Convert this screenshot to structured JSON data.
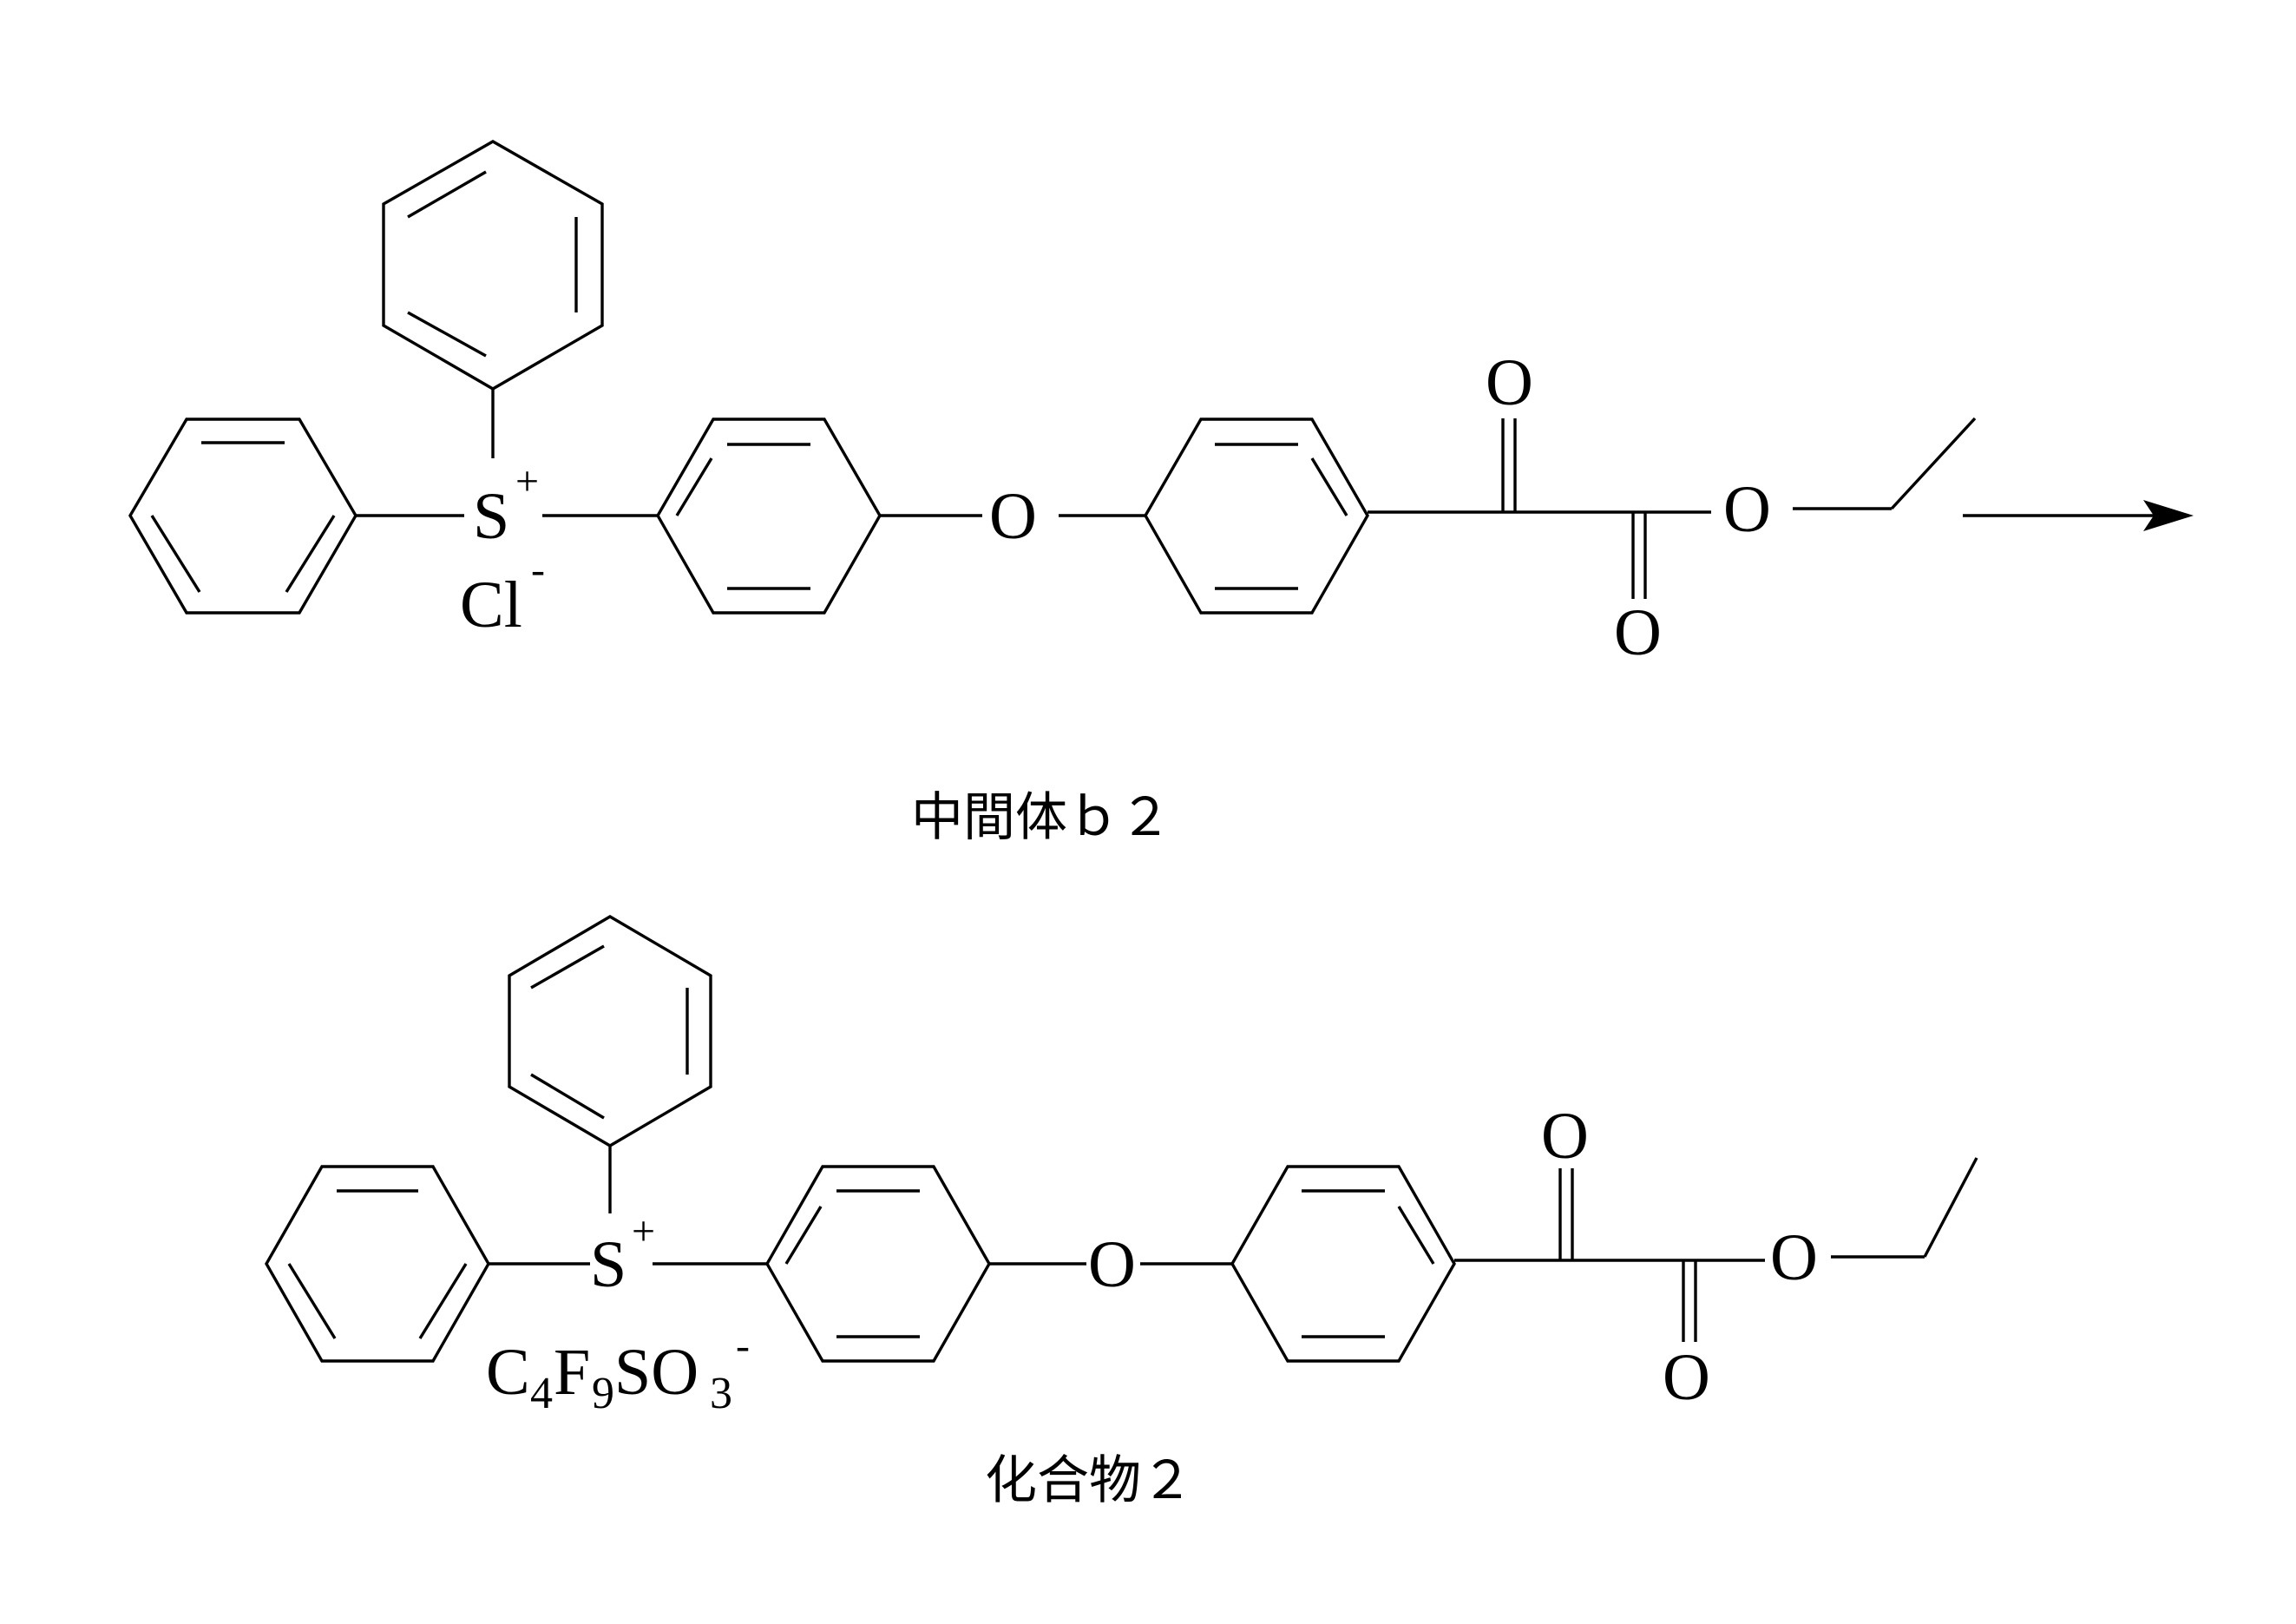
{
  "structures": [
    {
      "caption": "中間体ｂ２",
      "cation_label": "S",
      "cation_charge": "+",
      "counterion": {
        "text": "Cl",
        "charge": "-"
      },
      "ether_oxygen": "O",
      "carbonyl_oxygens": [
        "O",
        "O"
      ],
      "ester_oxygen": "O"
    },
    {
      "caption": "化合物２",
      "cation_label": "S",
      "cation_charge": "+",
      "counterion": {
        "c": "C",
        "c_count": "4",
        "f": "F",
        "f_count": "9",
        "so": "SO",
        "o_count": "3",
        "charge": "-"
      },
      "ether_oxygen": "O",
      "carbonyl_oxygens": [
        "O",
        "O"
      ],
      "ester_oxygen": "O"
    }
  ],
  "reaction_arrow": true
}
